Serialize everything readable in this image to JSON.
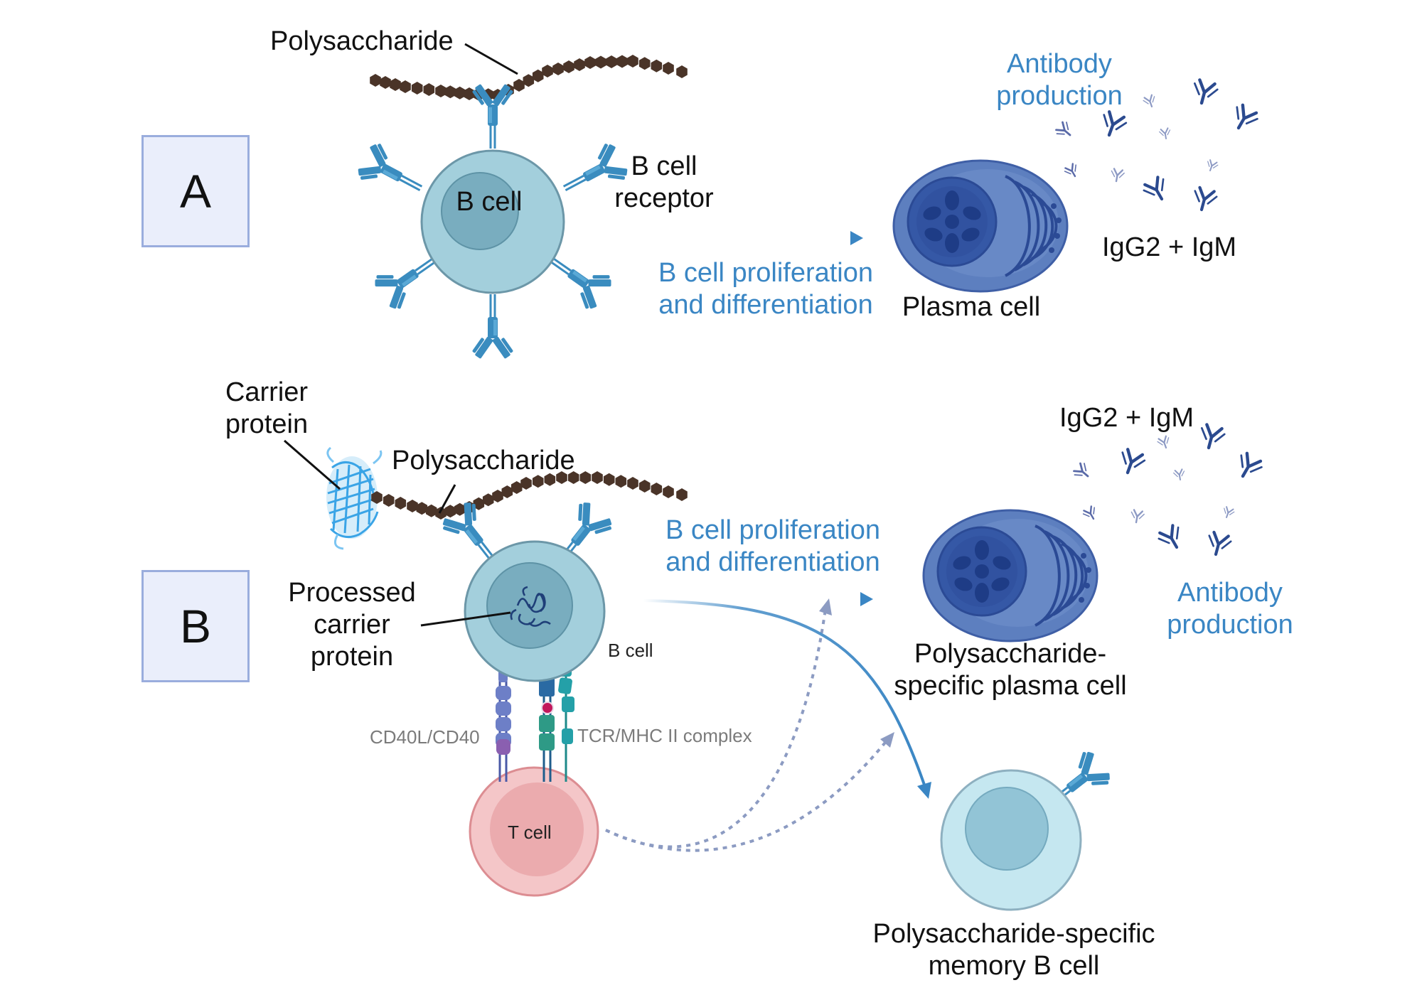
{
  "panels": {
    "a": {
      "letter": "A",
      "polysaccharide": "Polysaccharide",
      "b_cell": "B cell",
      "b_cell_receptor": [
        "B cell",
        "receptor"
      ],
      "process": [
        "B cell proliferation",
        "and differentiation"
      ],
      "plasma_cell": "Plasma cell",
      "antibody_production": [
        "Antibody",
        "production"
      ],
      "antibodies": "IgG2 + IgM"
    },
    "b": {
      "letter": "B",
      "carrier_protein": [
        "Carrier",
        "protein"
      ],
      "polysaccharide": "Polysaccharide",
      "processed_carrier": [
        "Processed",
        "carrier",
        "protein"
      ],
      "b_cell": "B cell",
      "cd40": "CD40L/CD40",
      "tcr": "TCR/MHC II complex",
      "t_cell": "T cell",
      "process": [
        "B cell proliferation",
        "and differentiation"
      ],
      "plasma_cell": [
        "Polysaccharide-",
        "specific plasma cell"
      ],
      "antibodies": "IgG2 + IgM",
      "antibody_production": [
        "Antibody",
        "production"
      ],
      "memory_cell": [
        "Polysaccharide-specific",
        "memory B cell"
      ]
    }
  },
  "colors": {
    "accent_blue": "#3a86c4",
    "bcell_fill": "#a3cfdc",
    "bcell_nucleus": "#79adbf",
    "plasma_fill": "#5d7fbf",
    "plasma_dark": "#2b4a95",
    "tcell_fill": "#f4c6c8",
    "tcell_nucleus": "#e9a4a7",
    "memory_fill": "#c5e7f0",
    "chain": "#4a3428",
    "receptor": "#3a8cbf",
    "antibody_dark": "#2b4a8f",
    "panel_box": "#eaeefb"
  },
  "icons": [
    "polysaccharide-chain",
    "b-cell-receptor-icon",
    "antibody-icon",
    "carrier-protein-icon",
    "plasma-cell-icon",
    "t-cell-icon",
    "memory-b-cell-icon"
  ]
}
